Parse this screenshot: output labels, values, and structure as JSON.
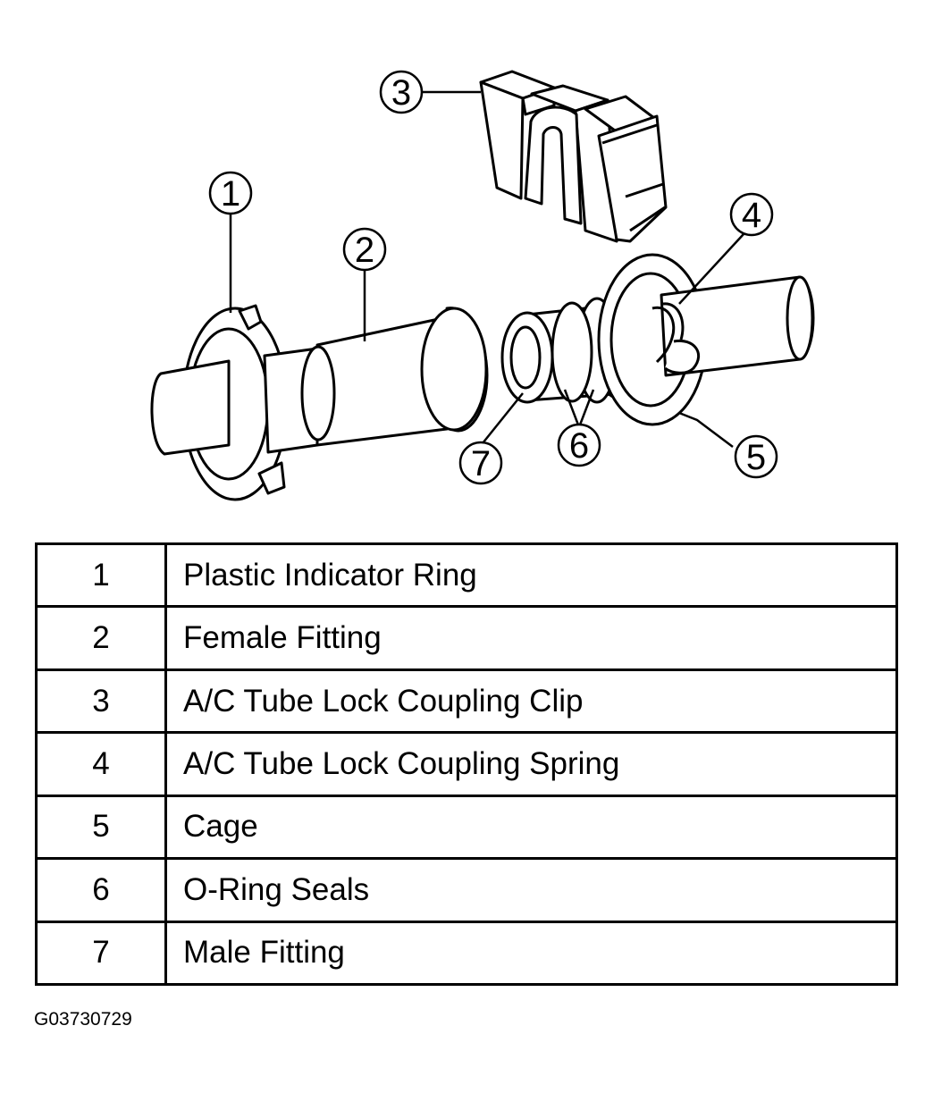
{
  "callouts": [
    "1",
    "2",
    "3",
    "4",
    "5",
    "6",
    "7"
  ],
  "legend": [
    {
      "num": "1",
      "label": "Plastic Indicator Ring"
    },
    {
      "num": "2",
      "label": "Female Fitting"
    },
    {
      "num": "3",
      "label": "A/C Tube Lock Coupling Clip"
    },
    {
      "num": "4",
      "label": "A/C Tube Lock Coupling Spring"
    },
    {
      "num": "5",
      "label": "Cage"
    },
    {
      "num": "6",
      "label": "O-Ring Seals"
    },
    {
      "num": "7",
      "label": "Male Fitting"
    }
  ],
  "figure_id": "G03730729"
}
